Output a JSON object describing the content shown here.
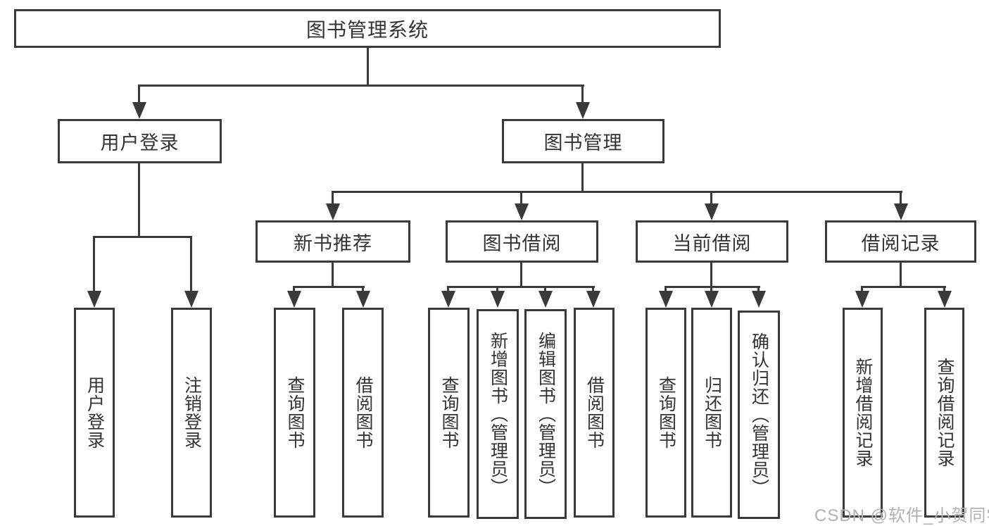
{
  "colors": {
    "line": "#3a3a3a",
    "text": "#333333",
    "background": "#ffffff",
    "watermark_text": "#b2b0b0"
  },
  "tree": {
    "label": "图书管理系统",
    "children": [
      {
        "label": "用户登录",
        "children": [
          {
            "label": "用户登录"
          },
          {
            "label": "注销登录"
          }
        ]
      },
      {
        "label": "图书管理",
        "children": [
          {
            "label": "新书推荐",
            "children": [
              {
                "label": "查询图书"
              },
              {
                "label": "借阅图书"
              }
            ]
          },
          {
            "label": "图书借阅",
            "children": [
              {
                "label": "查询图书"
              },
              {
                "label": "新增图书（管理员）"
              },
              {
                "label": "编辑图书（管理员）"
              },
              {
                "label": "借阅图书"
              }
            ]
          },
          {
            "label": "当前借阅",
            "children": [
              {
                "label": "查询图书"
              },
              {
                "label": "归还图书"
              },
              {
                "label": "确认归还（管理员）"
              }
            ]
          },
          {
            "label": "借阅记录",
            "children": [
              {
                "label": "新增借阅记录"
              },
              {
                "label": "查询借阅记录"
              }
            ]
          }
        ]
      }
    ]
  },
  "watermark": {
    "text": "CSDN @软件_小贺同学"
  }
}
